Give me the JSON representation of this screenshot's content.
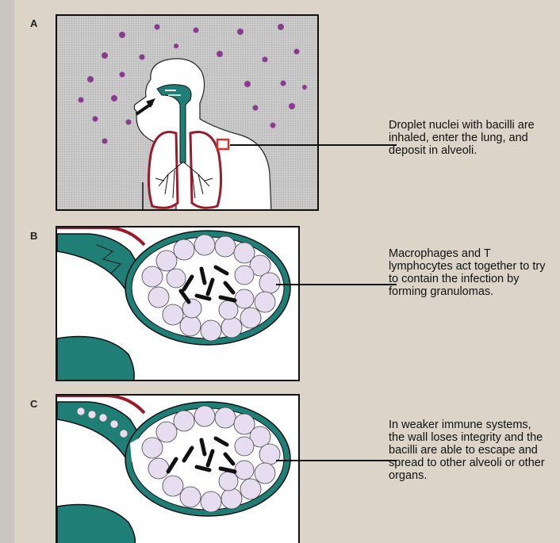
{
  "panels": [
    {
      "letter": "A",
      "caption": "Droplet nuclei with bacilli are inhaled, enter the lung, and deposit in alveoli."
    },
    {
      "letter": "B",
      "caption": "Macrophages and T lymphocytes act together to try to contain the infection by forming granulomas."
    },
    {
      "letter": "C",
      "caption": "In weaker immune systems, the wall loses integrity and the bacilli are able to escape and spread to other alveoli or other organs."
    }
  ],
  "colors": {
    "background": "#dcd4c8",
    "droplets": "#8a3b8f",
    "airway": "#1f7f76",
    "lung_outline": "#9b1b2a",
    "highlight_box": "#e0302a",
    "cells": "#e6def0"
  }
}
